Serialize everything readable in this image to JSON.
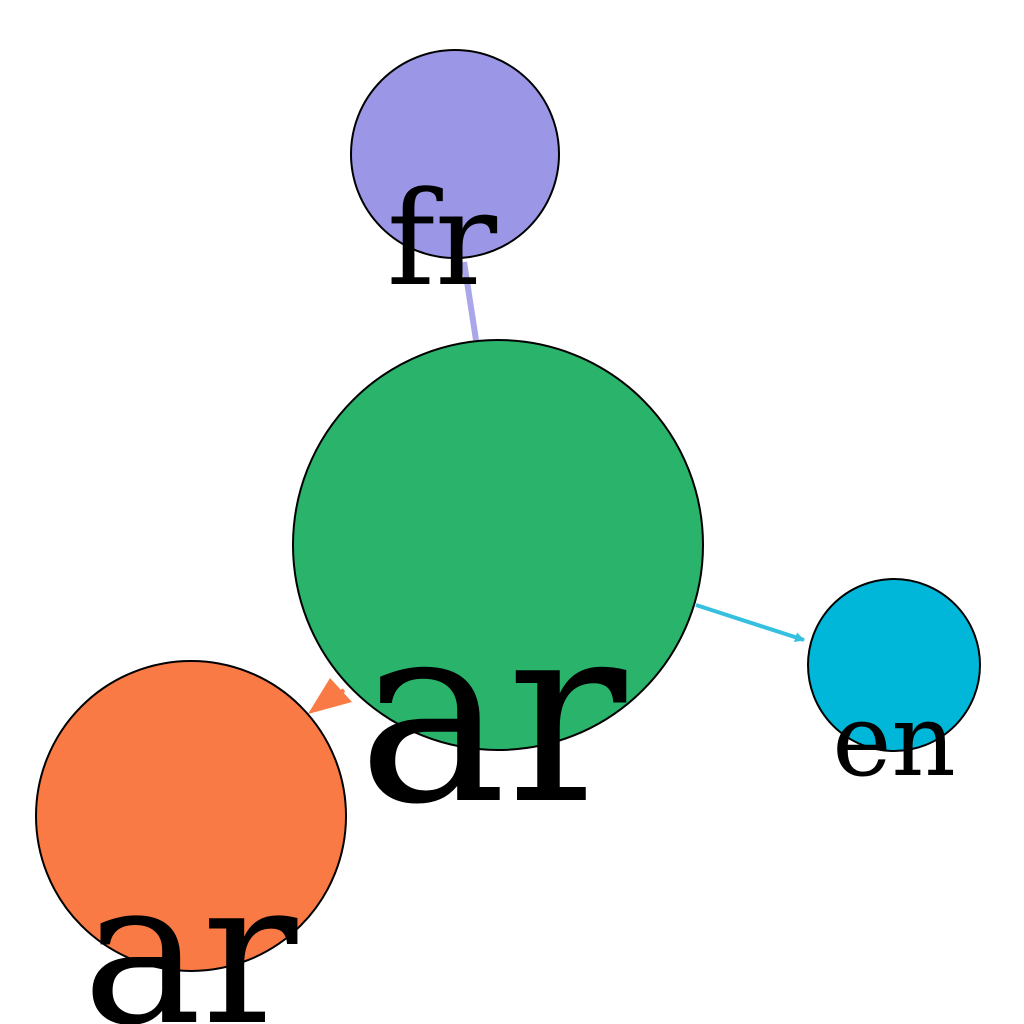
{
  "graph": {
    "nodes": [
      {
        "id": "center",
        "label": "ar",
        "color": "#2ab36b"
      },
      {
        "id": "top",
        "label": "fr",
        "color": "#9b97e6"
      },
      {
        "id": "right",
        "label": "en",
        "color": "#00b7d9"
      },
      {
        "id": "left",
        "label": "ar",
        "color": "#f97a45"
      }
    ],
    "edges": [
      {
        "from": "center",
        "to": "top",
        "color": "#aaa6ea",
        "arrow": false
      },
      {
        "from": "center",
        "to": "right",
        "color": "#36c0e0",
        "arrow": true
      },
      {
        "from": "center",
        "to": "left",
        "color": "#f97a45",
        "arrow": true
      }
    ]
  }
}
